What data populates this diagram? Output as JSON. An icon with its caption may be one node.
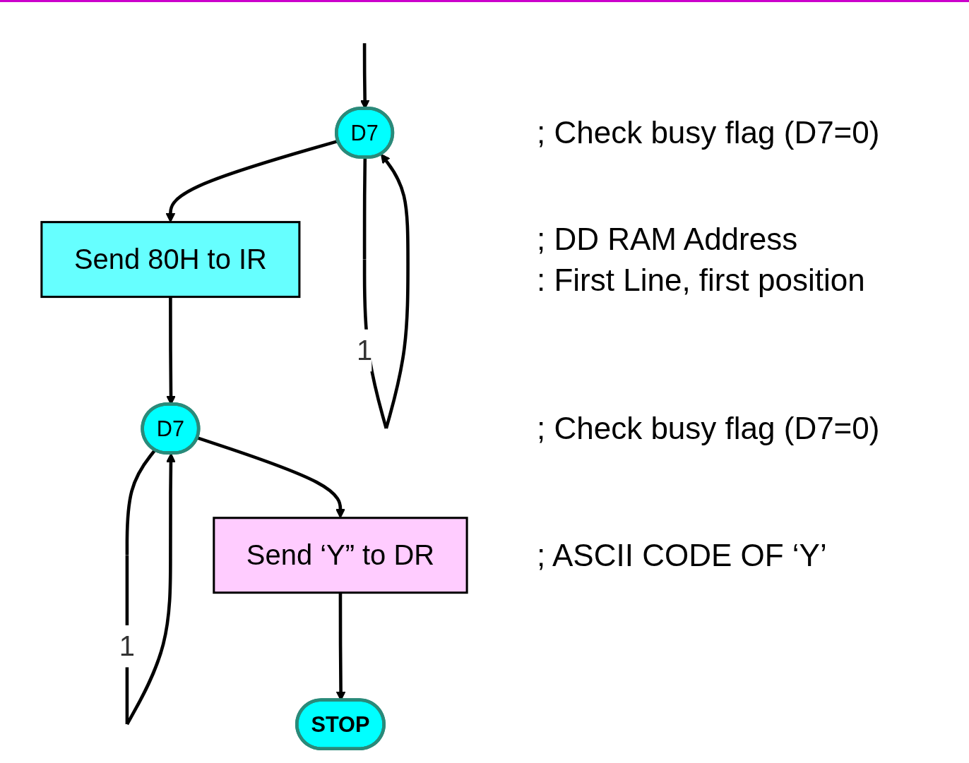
{
  "diagram": {
    "nodes": [
      {
        "text": [
          "D7"
        ]
      },
      {
        "text": [
          "Send 80H to IR"
        ]
      },
      {
        "text": [
          "D7"
        ]
      },
      {
        "text": [
          "Send ‘Y” to DR"
        ]
      },
      {
        "text": [
          "STOP"
        ]
      }
    ],
    "edges": [
      {
        "from": null,
        "to": 0,
        "arrow": "to"
      },
      {
        "from": 0,
        "to": 0,
        "arrow": "to",
        "label": "1"
      },
      {
        "from": 0,
        "to": 1,
        "arrow": "to"
      },
      {
        "from": 1,
        "to": 2,
        "arrow": "to"
      },
      {
        "from": 2,
        "to": 2,
        "arrow": "to",
        "label": "1"
      },
      {
        "from": 2,
        "to": 3,
        "arrow": "to"
      },
      {
        "from": 3,
        "to": 4,
        "arrow": "to"
      }
    ],
    "labels": [
      "; Check busy flag (D7=0)",
      "; DD RAM Address",
      ": First Line, first position",
      "; Check busy flag (D7=0)",
      "; ASCII CODE OF ‘Y’"
    ]
  }
}
